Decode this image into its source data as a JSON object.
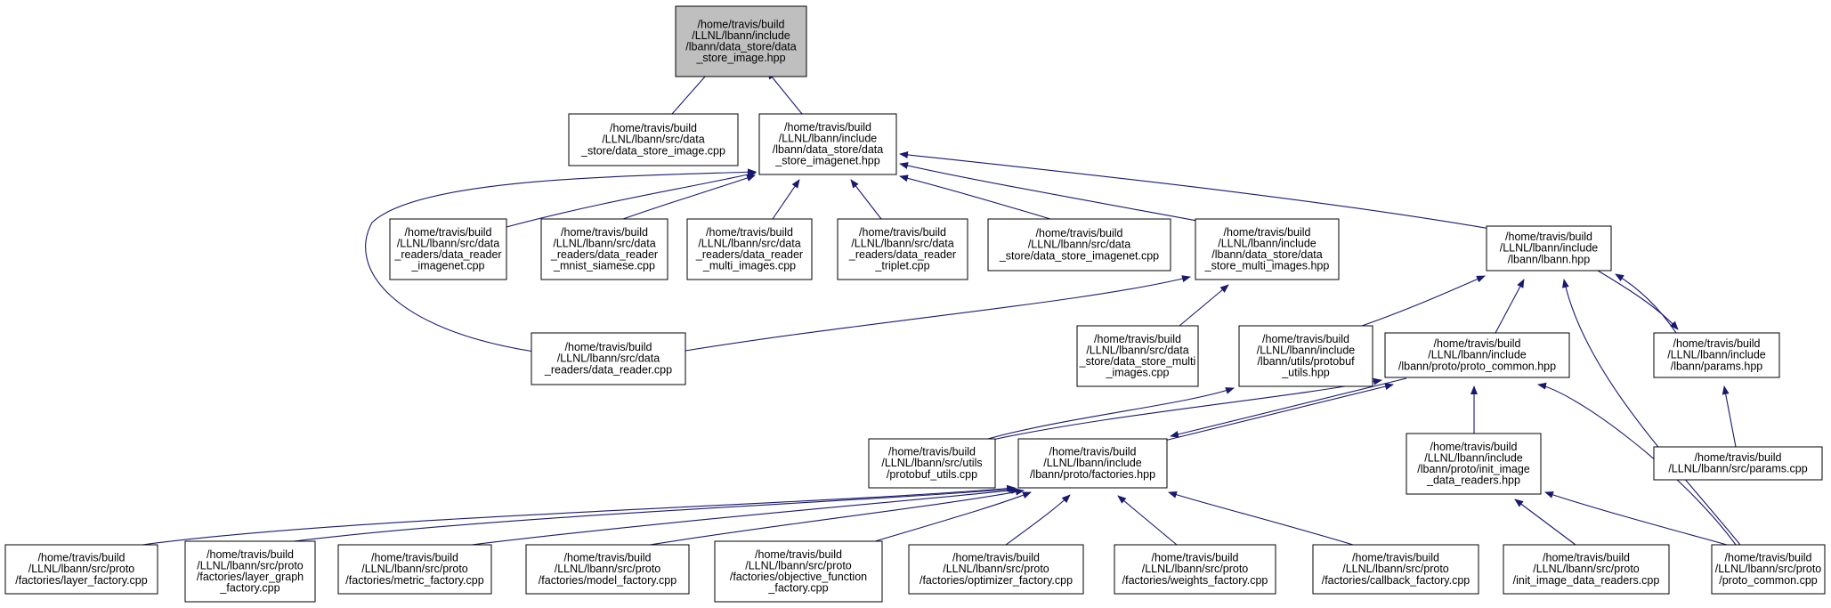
{
  "colors": {
    "edge": "#191970",
    "box_stroke": "#000000",
    "root_fill": "#bfbfbf",
    "node_fill": "#ffffff"
  },
  "nodes": [
    {
      "id": "root",
      "lines": [
        "/home/travis/build",
        "/LLNL/lbann/include",
        "/lbann/data_store/data",
        "_store_image.hpp"
      ]
    },
    {
      "id": "dsi_cpp",
      "lines": [
        "/home/travis/build",
        "/LLNL/lbann/src/data",
        "_store/data_store_image.cpp"
      ]
    },
    {
      "id": "dsin_hpp",
      "lines": [
        "/home/travis/build",
        "/LLNL/lbann/include",
        "/lbann/data_store/data",
        "_store_imagenet.hpp"
      ]
    },
    {
      "id": "dr_imagenet",
      "lines": [
        "/home/travis/build",
        "/LLNL/lbann/src/data",
        "_readers/data_reader",
        "_imagenet.cpp"
      ]
    },
    {
      "id": "dr_mnist",
      "lines": [
        "/home/travis/build",
        "/LLNL/lbann/src/data",
        "_readers/data_reader",
        "_mnist_siamese.cpp"
      ]
    },
    {
      "id": "dr_multi",
      "lines": [
        "/home/travis/build",
        "/LLNL/lbann/src/data",
        "_readers/data_reader",
        "_multi_images.cpp"
      ]
    },
    {
      "id": "dr_triplet",
      "lines": [
        "/home/travis/build",
        "/LLNL/lbann/src/data",
        "_readers/data_reader",
        "_triplet.cpp"
      ]
    },
    {
      "id": "dsin_cpp",
      "lines": [
        "/home/travis/build",
        "/LLNL/lbann/src/data",
        "_store/data_store_imagenet.cpp"
      ]
    },
    {
      "id": "dsmi_hpp",
      "lines": [
        "/home/travis/build",
        "/LLNL/lbann/include",
        "/lbann/data_store/data",
        "_store_multi_images.hpp"
      ]
    },
    {
      "id": "lbann_hpp",
      "lines": [
        "/home/travis/build",
        "/LLNL/lbann/include",
        "/lbann/lbann.hpp"
      ]
    },
    {
      "id": "data_reader",
      "lines": [
        "/home/travis/build",
        "/LLNL/lbann/src/data",
        "_readers/data_reader.cpp"
      ]
    },
    {
      "id": "dsmi_cpp",
      "lines": [
        "/home/travis/build",
        "/LLNL/lbann/src/data",
        "_store/data_store_multi",
        "_images.cpp"
      ]
    },
    {
      "id": "pb_utils_hpp",
      "lines": [
        "/home/travis/build",
        "/LLNL/lbann/include",
        "/lbann/utils/protobuf",
        "_utils.hpp"
      ]
    },
    {
      "id": "proto_common_hpp",
      "lines": [
        "/home/travis/build",
        "/LLNL/lbann/include",
        "/lbann/proto/proto_common.hpp"
      ]
    },
    {
      "id": "params_hpp",
      "lines": [
        "/home/travis/build",
        "/LLNL/lbann/include",
        "/lbann/params.hpp"
      ]
    },
    {
      "id": "pb_utils_cpp",
      "lines": [
        "/home/travis/build",
        "/LLNL/lbann/src/utils",
        "/protobuf_utils.cpp"
      ]
    },
    {
      "id": "factories_hpp",
      "lines": [
        "/home/travis/build",
        "/LLNL/lbann/include",
        "/lbann/proto/factories.hpp"
      ]
    },
    {
      "id": "init_idr_hpp",
      "lines": [
        "/home/travis/build",
        "/LLNL/lbann/include",
        "/lbann/proto/init_image",
        "_data_readers.hpp"
      ]
    },
    {
      "id": "params_cpp",
      "lines": [
        "/home/travis/build",
        "/LLNL/lbann/src/params.cpp"
      ]
    },
    {
      "id": "layer_factory",
      "lines": [
        "/home/travis/build",
        "/LLNL/lbann/src/proto",
        "/factories/layer_factory.cpp"
      ]
    },
    {
      "id": "layer_graph_factory",
      "lines": [
        "/home/travis/build",
        "/LLNL/lbann/src/proto",
        "/factories/layer_graph",
        "_factory.cpp"
      ]
    },
    {
      "id": "metric_factory",
      "lines": [
        "/home/travis/build",
        "/LLNL/lbann/src/proto",
        "/factories/metric_factory.cpp"
      ]
    },
    {
      "id": "model_factory",
      "lines": [
        "/home/travis/build",
        "/LLNL/lbann/src/proto",
        "/factories/model_factory.cpp"
      ]
    },
    {
      "id": "objective_factory",
      "lines": [
        "/home/travis/build",
        "/LLNL/lbann/src/proto",
        "/factories/objective_function",
        "_factory.cpp"
      ]
    },
    {
      "id": "optimizer_factory",
      "lines": [
        "/home/travis/build",
        "/LLNL/lbann/src/proto",
        "/factories/optimizer_factory.cpp"
      ]
    },
    {
      "id": "weights_factory",
      "lines": [
        "/home/travis/build",
        "/LLNL/lbann/src/proto",
        "/factories/weights_factory.cpp"
      ]
    },
    {
      "id": "callback_factory",
      "lines": [
        "/home/travis/build",
        "/LLNL/lbann/src/proto",
        "/factories/callback_factory.cpp"
      ]
    },
    {
      "id": "init_idr_cpp",
      "lines": [
        "/home/travis/build",
        "/LLNL/lbann/src/proto",
        "/init_image_data_readers.cpp"
      ]
    },
    {
      "id": "proto_common_cpp",
      "lines": [
        "/home/travis/build",
        "/LLNL/lbann/src/proto",
        "/proto_common.cpp"
      ]
    }
  ],
  "edges": [
    {
      "from": "dsi_cpp",
      "to": "root"
    },
    {
      "from": "dsin_hpp",
      "to": "root"
    },
    {
      "from": "dr_imagenet",
      "to": "dsin_hpp"
    },
    {
      "from": "dr_mnist",
      "to": "dsin_hpp"
    },
    {
      "from": "dr_multi",
      "to": "dsin_hpp"
    },
    {
      "from": "dr_triplet",
      "to": "dsin_hpp"
    },
    {
      "from": "dsin_cpp",
      "to": "dsin_hpp"
    },
    {
      "from": "dsmi_hpp",
      "to": "dsin_hpp"
    },
    {
      "from": "lbann_hpp",
      "to": "dsin_hpp"
    },
    {
      "from": "data_reader",
      "to": "dsin_hpp"
    },
    {
      "from": "data_reader",
      "to": "dsmi_hpp"
    },
    {
      "from": "dsmi_cpp",
      "to": "dsmi_hpp"
    },
    {
      "from": "pb_utils_hpp",
      "to": "lbann_hpp"
    },
    {
      "from": "proto_common_hpp",
      "to": "lbann_hpp"
    },
    {
      "from": "params_hpp",
      "to": "lbann_hpp"
    },
    {
      "from": "lbann_hpp",
      "to": "params_hpp"
    },
    {
      "from": "proto_common_cpp",
      "to": "lbann_hpp"
    },
    {
      "from": "pb_utils_cpp",
      "to": "pb_utils_hpp"
    },
    {
      "from": "pb_utils_cpp",
      "to": "proto_common_hpp"
    },
    {
      "from": "factories_hpp",
      "to": "proto_common_hpp"
    },
    {
      "from": "proto_common_hpp",
      "to": "factories_hpp"
    },
    {
      "from": "init_idr_hpp",
      "to": "proto_common_hpp"
    },
    {
      "from": "proto_common_cpp",
      "to": "proto_common_hpp"
    },
    {
      "from": "params_cpp",
      "to": "params_hpp"
    },
    {
      "from": "layer_factory",
      "to": "factories_hpp"
    },
    {
      "from": "layer_graph_factory",
      "to": "factories_hpp"
    },
    {
      "from": "metric_factory",
      "to": "factories_hpp"
    },
    {
      "from": "model_factory",
      "to": "factories_hpp"
    },
    {
      "from": "objective_factory",
      "to": "factories_hpp"
    },
    {
      "from": "optimizer_factory",
      "to": "factories_hpp"
    },
    {
      "from": "weights_factory",
      "to": "factories_hpp"
    },
    {
      "from": "callback_factory",
      "to": "factories_hpp"
    },
    {
      "from": "init_idr_cpp",
      "to": "init_idr_hpp"
    },
    {
      "from": "proto_common_cpp",
      "to": "init_idr_hpp"
    }
  ]
}
